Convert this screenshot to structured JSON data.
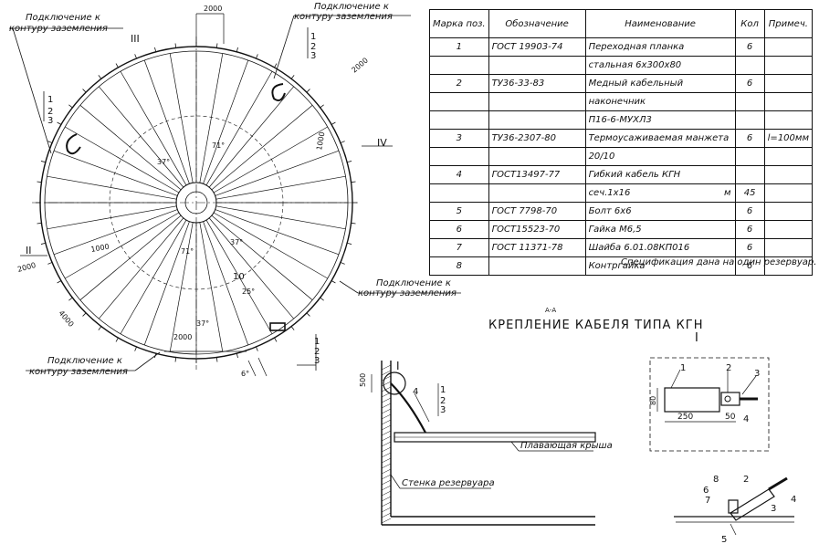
{
  "labels": {
    "ground_conn": "Подключение к контуру заземления",
    "ground_conn_l1": "Подключение к",
    "ground_conn_l2": "контуру заземления",
    "roman_ii": "II",
    "roman_iii": "III",
    "roman_iv": "IV",
    "roman_i": "I",
    "d2000": "2000",
    "d1000": "1000",
    "d4000": "4000",
    "d250": "250",
    "d50": "50",
    "d500": "500",
    "ang37": "37°",
    "ang71": "71°",
    "ang25": "25°",
    "ang6": "6°",
    "n1": "1",
    "n2": "2",
    "n3": "3",
    "n4": "4",
    "n5": "5",
    "n6": "6",
    "n7": "7",
    "n8": "8",
    "n10": "10",
    "n80": "80"
  },
  "spec": {
    "headers": [
      "Марка поз.",
      "Обозначение",
      "Наименование",
      "Кол",
      "Примеч."
    ],
    "rows": [
      [
        "1",
        "ГОСТ 19903-74",
        "Переходная планка",
        "6",
        ""
      ],
      [
        "",
        "",
        "стальная 6х300х80",
        "",
        ""
      ],
      [
        "2",
        "ТУ36-33-83",
        "Медный кабельный",
        "6",
        ""
      ],
      [
        "",
        "",
        "наконечник",
        "",
        ""
      ],
      [
        "",
        "",
        "П16-6-МУХЛ3",
        "",
        ""
      ],
      [
        "3",
        "ТУ36-2307-80",
        "Термоусаживаемая манжета",
        "6",
        "l=100мм"
      ],
      [
        "",
        "",
        "20/10",
        "",
        ""
      ],
      [
        "4",
        "ГОСТ13497-77",
        "Гибкий кабель КГН",
        "",
        ""
      ],
      [
        "",
        "",
        "сеч.1х16",
        "45",
        ""
      ],
      [
        "5",
        "ГОСТ 7798-70",
        "Болт 6х6",
        "6",
        ""
      ],
      [
        "6",
        "ГОСТ15523-70",
        "Гайка М6,5",
        "6",
        ""
      ],
      [
        "7",
        "ГОСТ 11371-78",
        "Шайба 6.01.08КП016",
        "6",
        ""
      ],
      [
        "8",
        "",
        "Контргайка",
        "6",
        ""
      ]
    ],
    "unit_m": "м",
    "note": "Спецификация дана на один резервуар."
  },
  "section": {
    "aa": "А-А",
    "title": "КРЕПЛЕНИЕ КАБЕЛЯ ТИПА КГН",
    "roof": "Плавающая крыша",
    "wall": "Стенка резервуара"
  }
}
